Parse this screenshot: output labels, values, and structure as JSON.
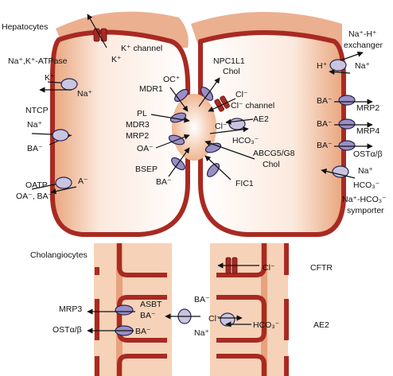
{
  "colors": {
    "cell_wall": "#a82a22",
    "cytoplasm_shade": "#f1c6a6",
    "canaliculus": "#f4c3a0",
    "transporter_fill": "#c9c5e0",
    "transporter_dark": "#9a8fc4",
    "background": "#ffffff"
  },
  "sections": {
    "hepatocytes": "Hepatocytes",
    "cholangiocytes": "Cholangiocytes"
  },
  "hepatocyte_left": {
    "nak_atpase": "Na⁺,K⁺-ATPase",
    "k_in": "K⁺",
    "na_out": "Na⁺",
    "ntcp": "NTCP",
    "ntcp_na": "Na⁺",
    "ntcp_ba": "BA⁻",
    "oatp": "OATP",
    "oatp_sub": "OA⁻, BA⁻",
    "oatp_a": "A⁻",
    "k_channel": "K⁺ channel",
    "k_channel_k": "K⁺",
    "mdr1": "MDR1",
    "oc": "OC⁺",
    "pl": "PL",
    "mdr3": "MDR3",
    "mrp2": "MRP2",
    "oa": "OA⁻",
    "bsep": "BSEP",
    "bsep_ba": "BA⁻"
  },
  "hepatocyte_right": {
    "npc1l1": "NPC1L1",
    "npc1l1_chol": "Chol",
    "cl_top": "Cl⁻",
    "cl_channel": "Cl⁻ channel",
    "ae2_cl": "Cl⁻",
    "ae2": "AE2",
    "hco3": "HCO₃⁻",
    "abcg": "ABCG5/G8",
    "abcg_chol": "Chol",
    "fic1": "FIC1",
    "nah_exchanger": "Na⁺-H⁺\nexchanger",
    "nah_exchanger_l1": "Na⁺-H⁺",
    "nah_exchanger_l2": "exchanger",
    "h": "H⁺",
    "na": "Na⁺",
    "ba1": "BA⁻",
    "mrp2": "MRP2",
    "ba2": "BA⁻",
    "mrp4": "MRP4",
    "ba3": "BA⁻",
    "ost": "OSTα/β",
    "sym_na": "Na⁺",
    "sym_hco3": "HCO₃⁻",
    "symporter_l1": "Na⁺-HCO₃⁻",
    "symporter_l2": "symporter"
  },
  "cholangiocytes": {
    "mrp3": "MRP3",
    "ost": "OSTα/β",
    "asbt": "ASBT",
    "ba_in": "BA⁻",
    "ba_left": "BA⁻",
    "ba_top": "BA⁻",
    "na": "Na⁺",
    "cftr": "CFTR",
    "cftr_cl": "Cl⁻",
    "ae2": "AE2",
    "ae2_cl": "Cl⁻",
    "ae2_hco3": "HCO₃⁻"
  }
}
